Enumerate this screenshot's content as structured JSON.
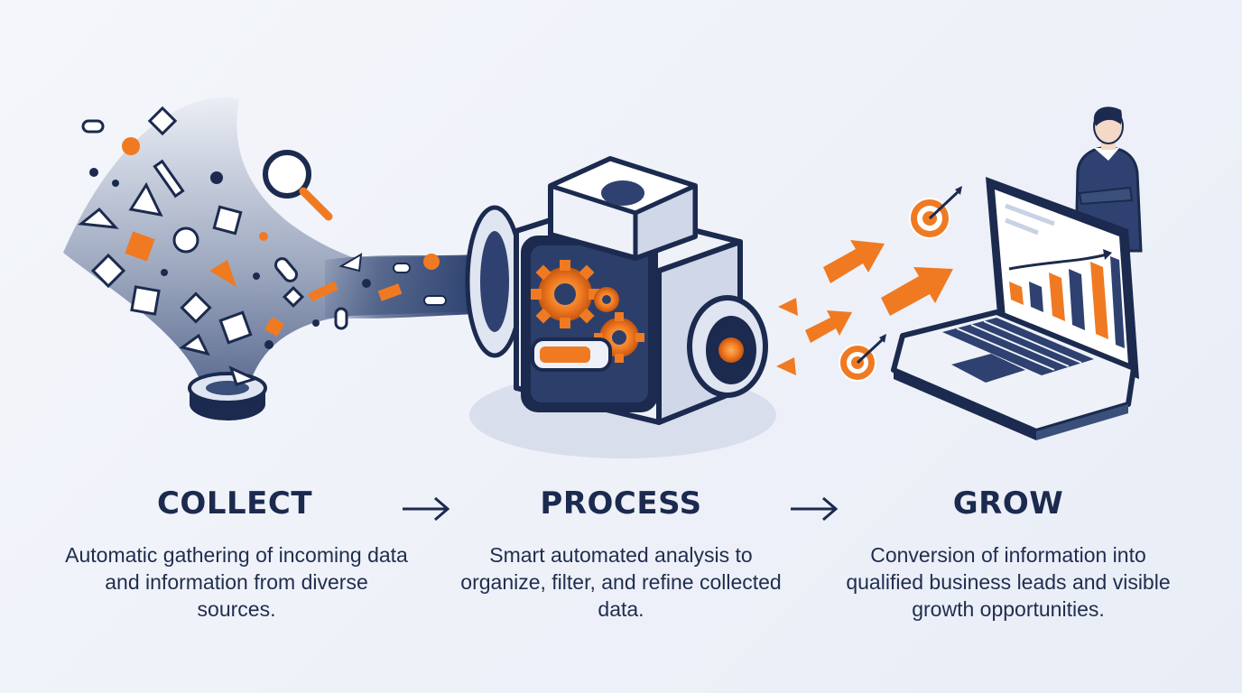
{
  "steps": [
    {
      "title": "COLLECT",
      "description": "Automatic gathering of incoming data and information from diverse sources.",
      "icon": "data-funnel-icon"
    },
    {
      "title": "PROCESS",
      "description": "Smart automated analysis to organize, filter, and refine collected data.",
      "icon": "processing-machine-icon"
    },
    {
      "title": "GROW",
      "description": "Conversion of information into qualified business leads and visible growth opportunities.",
      "icon": "laptop-growth-chart-icon"
    }
  ],
  "colors": {
    "navy": "#1b2a4e",
    "slate": "#3a4f7a",
    "orange": "#f07a22",
    "light": "#f4f6fb"
  }
}
